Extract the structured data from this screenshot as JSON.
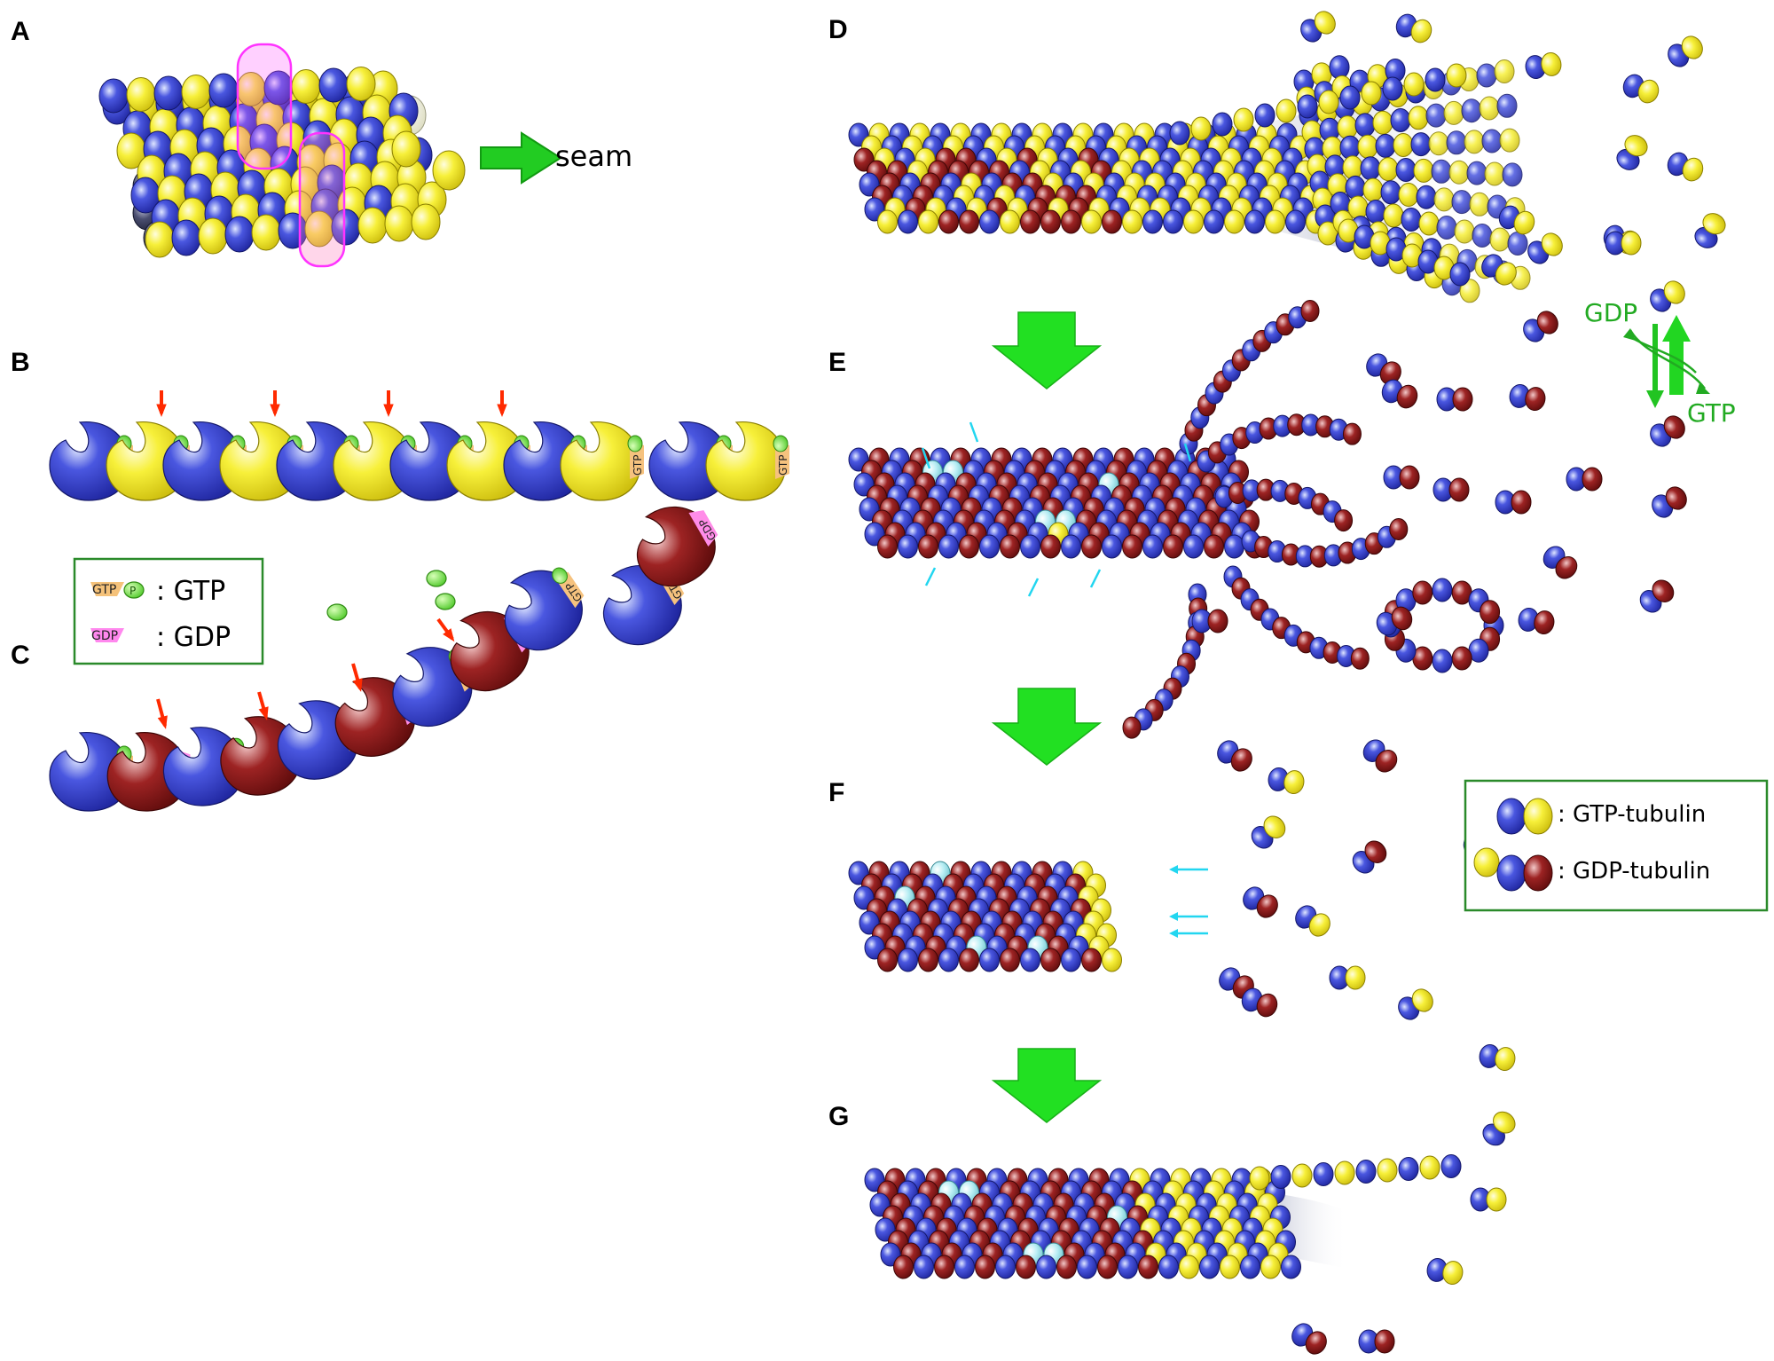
{
  "panel_labels": [
    "A",
    "B",
    "C",
    "D",
    "E",
    "F",
    "G"
  ],
  "seam_label": "seam",
  "nucleotide_tags": {
    "gtp": "GTP",
    "gdp": "GDP",
    "phosphate": "P"
  },
  "legend_nucleotide": {
    "gtp_icon_text": "GTP",
    "gtp_label": ": GTP",
    "gdp_icon_text": "GDP",
    "gdp_label": ": GDP"
  },
  "legend_tubulin": {
    "gtp_tubulin_label": ": GTP-tubulin",
    "gdp_tubulin_label": ": GDP-tubulin"
  },
  "exchange": {
    "gdp_label": "GDP",
    "gtp_label": "GTP"
  },
  "colors": {
    "alpha_blue": "#2f39c8",
    "beta_gtp_yellow": "#f4ee2a",
    "beta_gdp_maroon": "#8c1a1a",
    "light_cyan": "#a8e6ee",
    "green": "#22c422",
    "red_arrow": "#ff2200",
    "cyan_arrow": "#22d6f0",
    "magenta": "#ff44ff"
  }
}
